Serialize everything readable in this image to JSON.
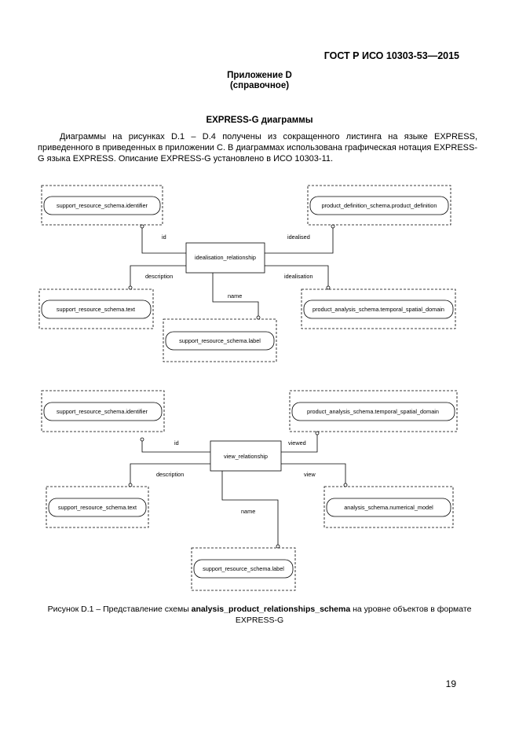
{
  "header": {
    "standard": "ГОСТ Р ИСО 10303-53—2015"
  },
  "annex": {
    "title": "Приложение D",
    "note": "(справочное)"
  },
  "section": {
    "title": "EXPRESS-G диаграммы"
  },
  "intro": {
    "text": "Диаграммы на рисунках D.1 – D.4 получены из сокращенного листинга на языке EXPRESS, приведенного в приведенных в приложении С. В диаграммах использована графическая нотация EXPRESS-G языка EXPRESS. Описание EXPRESS-G установлено в ИСО 10303-11."
  },
  "diagram1": {
    "entity": "idealisation_relationship",
    "nodes": {
      "identifier": "support_resource_schema.identifier",
      "product_definition": "product_definition_schema.product_definition",
      "text": "support_resource_schema.text",
      "temporal": "product_analysis_schema.temporal_spatial_domain",
      "label": "support_resource_schema.label"
    },
    "roles": {
      "id": "id",
      "idealised": "idealised",
      "description": "description",
      "idealisation": "idealisation",
      "name": "name"
    }
  },
  "diagram2": {
    "entity": "view_relationship",
    "nodes": {
      "identifier": "support_resource_schema.identifier",
      "temporal": "product_analysis_schema.temporal_spatial_domain",
      "text": "support_resource_schema.text",
      "numerical": "analysis_schema.numerical_model",
      "label": "support_resource_schema.label"
    },
    "roles": {
      "id": "id",
      "viewed": "viewed",
      "description": "description",
      "view": "view",
      "name": "name"
    }
  },
  "caption": {
    "prefix": "Рисунок D.1 –  Представление схемы ",
    "schema": "analysis_product_relationships_schema",
    "suffix": " на уровне объектов в формате",
    "line2": "EXPRESS-G"
  },
  "page": {
    "number": "19"
  }
}
